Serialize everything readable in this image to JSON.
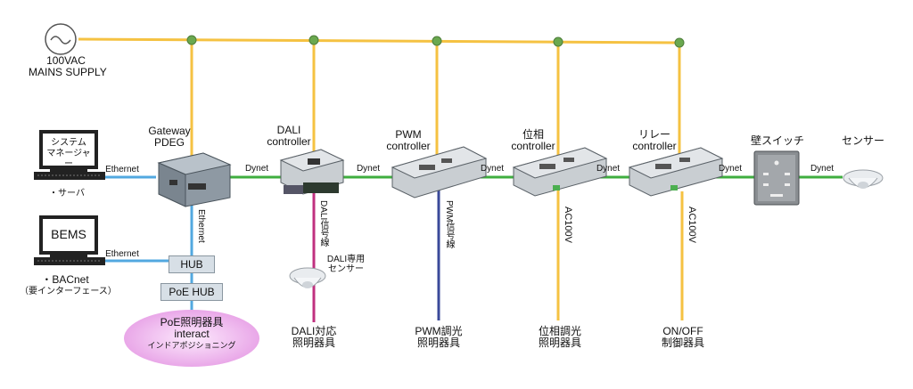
{
  "supply": {
    "line1": "100VAC",
    "line2": "MAINS SUPPLY"
  },
  "gateway": {
    "line1": "Gateway",
    "line2": "PDEG"
  },
  "controllers": [
    {
      "line1": "DALI",
      "line2": "controller"
    },
    {
      "line1": "PWM",
      "line2": "controller"
    },
    {
      "line1": "位相",
      "line2": "controller"
    },
    {
      "line1": "リレー",
      "line2": "controller"
    }
  ],
  "wall_switch": "壁スイッチ",
  "sensor": "センサー",
  "dynet": "Dynet",
  "ethernet": "Ethernet",
  "system_manager": {
    "screen_line1": "システム",
    "screen_line2": "マネージャー",
    "caption": "・サーバ"
  },
  "bems": {
    "screen": "BEMS",
    "caption1": "・BACnet",
    "caption2": "（要インターフェース）"
  },
  "hub": "HUB",
  "poe_hub": "PoE HUB",
  "poe_fixture": {
    "line1": "PoE照明器具",
    "line2": "interact",
    "line3": "インドアポジショニング"
  },
  "dali_signal": "DALI信号線",
  "dali_sensor": {
    "line1": "DALI専用",
    "line2": "センサー"
  },
  "pwm_signal": "PWM信号線",
  "ac100v": "AC100V",
  "fixtures": [
    {
      "line1": "DALI対応",
      "line2": "照明器具"
    },
    {
      "line1": "PWM調光",
      "line2": "照明器具"
    },
    {
      "line1": "位相調光",
      "line2": "照明器具"
    },
    {
      "line1": "ON/OFF",
      "line2": "制御器具"
    }
  ],
  "colors": {
    "mains": "#f5c242",
    "dynet": "#3fae3f",
    "ethernet": "#52a8e0",
    "dali": "#c0307f",
    "pwm": "#3a4a9a",
    "node": "#6aa84f"
  }
}
